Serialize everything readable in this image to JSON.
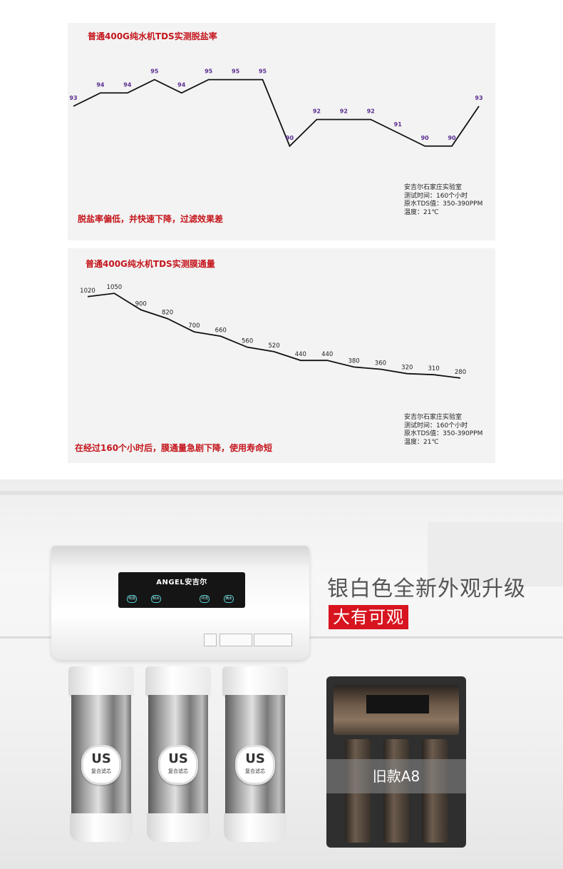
{
  "chart_data": [
    {
      "type": "line",
      "title": "普通400G纯水机TDS实测脱盐率",
      "values": [
        93,
        94,
        94,
        95,
        94,
        95,
        95,
        95,
        90,
        92,
        92,
        92,
        91,
        90,
        90,
        93
      ],
      "ylim": [
        88,
        96
      ],
      "grid": false,
      "note": "脱盐率偏低，并快速下降，过滤效果差",
      "lab_info": [
        "安吉尔石家庄实验室",
        "测试时间：160个小时",
        "原水TDS值：350-390PPM",
        "温度：21℃"
      ],
      "line_color": "#111111",
      "label_color": "#5b2d91"
    },
    {
      "type": "line",
      "title": "普通400G纯水机TDS实测膜通量",
      "values": [
        1020,
        1050,
        900,
        820,
        700,
        660,
        560,
        520,
        440,
        440,
        380,
        360,
        320,
        310,
        280
      ],
      "ylim": [
        0,
        1200
      ],
      "grid": false,
      "note": "在经过160个小时后，膜通量急剧下降，使用寿命短",
      "lab_info": [
        "安吉尔石家庄实验室",
        "测试时间：160个小时",
        "原水TDS值：350-390PPM",
        "温度：21℃"
      ],
      "line_color": "#111111",
      "label_color": "#222222"
    }
  ],
  "product": {
    "tagline": "银白色全新外观升级",
    "badge": "大有可观",
    "brand": "ANGEL安吉尔",
    "buttons": [
      "电源",
      "制水",
      "冲洗",
      "满水"
    ],
    "filter_badge": "US",
    "filter_sub": "复合滤芯",
    "old_model_label": "旧款A8",
    "accent_color": "#d7141f"
  }
}
